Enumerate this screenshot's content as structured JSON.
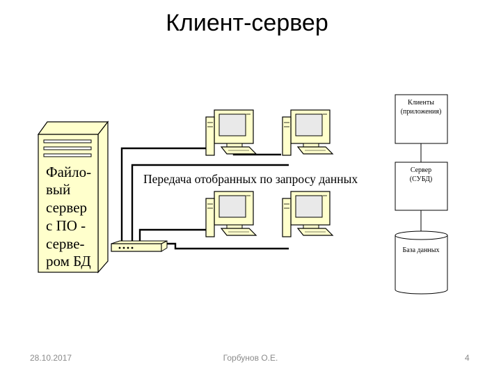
{
  "slide": {
    "title": "Клиент-сервер",
    "footer_date": "28.10.2017",
    "footer_author": "Горбунов О.Е.",
    "footer_page": "4"
  },
  "network": {
    "server_label_lines": [
      "Файло-",
      "вый",
      "сервер",
      "с ПО -",
      "серве-",
      "ром БД"
    ],
    "transfer_label": "Передача отобранных по запросу данных",
    "device_icons": [
      "server-tower-icon",
      "network-hub-icon",
      "computer-icon"
    ]
  },
  "architecture": {
    "clients_lines": [
      "Клиенты",
      "(приложения)"
    ],
    "server_lines": [
      "Сервер",
      "(СУБД)"
    ],
    "database_label": "База данных"
  },
  "colors": {
    "device_fill": "#ffffcc",
    "screen": "#e9e9e9",
    "line": "#000000",
    "footer_text": "#8a8a8a"
  }
}
